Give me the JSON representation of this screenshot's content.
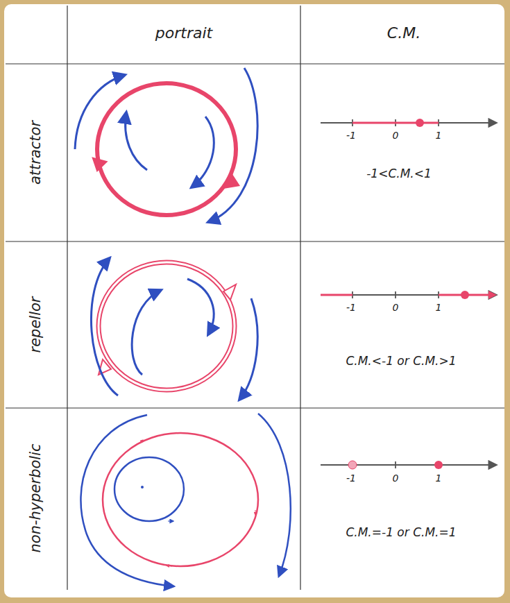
{
  "diagram": {
    "labels": [
      "portrait",
      "C.M.",
      "attractor",
      "-1",
      "0",
      "1",
      "-1<C.M.<1",
      "repellor",
      "-1",
      "0",
      "1",
      "C.M.<-1 or C.M.>1",
      "non-hyperbolic",
      "-1",
      "0",
      "1",
      "C.M.=-1 or C.M.=1"
    ]
  }
}
